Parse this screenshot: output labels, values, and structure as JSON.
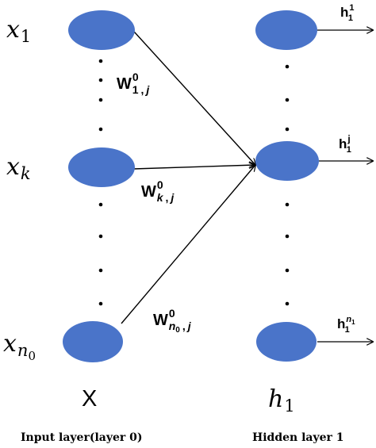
{
  "input_layer": {
    "nodes": [
      {
        "var": "x",
        "sub": "1",
        "subsub": ""
      },
      {
        "var": "x",
        "sub": "k",
        "subsub": ""
      },
      {
        "var": "x",
        "sub": "n",
        "subsub": "0"
      }
    ],
    "vector_label": "X",
    "caption": "Input layer(layer 0)"
  },
  "hidden_layer": {
    "vector_label": {
      "var": "h",
      "sub": "1"
    },
    "caption": "Hidden layer 1",
    "outputs": [
      {
        "base": "h",
        "sub": "1",
        "sup": "1",
        "supsub": ""
      },
      {
        "base": "h",
        "sub": "1",
        "sup": "j",
        "supsub": ""
      },
      {
        "base": "h",
        "sub": "1",
        "sup": "n",
        "supsub": "1"
      }
    ]
  },
  "weights": [
    {
      "base": "W",
      "sup": "0",
      "sub_a": "1",
      "sub_a_sub": "",
      "sub_b": "j"
    },
    {
      "base": "W",
      "sup": "0",
      "sub_a": "k",
      "sub_a_sub": "",
      "sub_b": "j"
    },
    {
      "base": "W",
      "sup": "0",
      "sub_a": "n",
      "sub_a_sub": "0",
      "sub_b": "j"
    }
  ],
  "separator": ",",
  "colors": {
    "node_fill": "#4a74c9",
    "lines": "#000000"
  }
}
